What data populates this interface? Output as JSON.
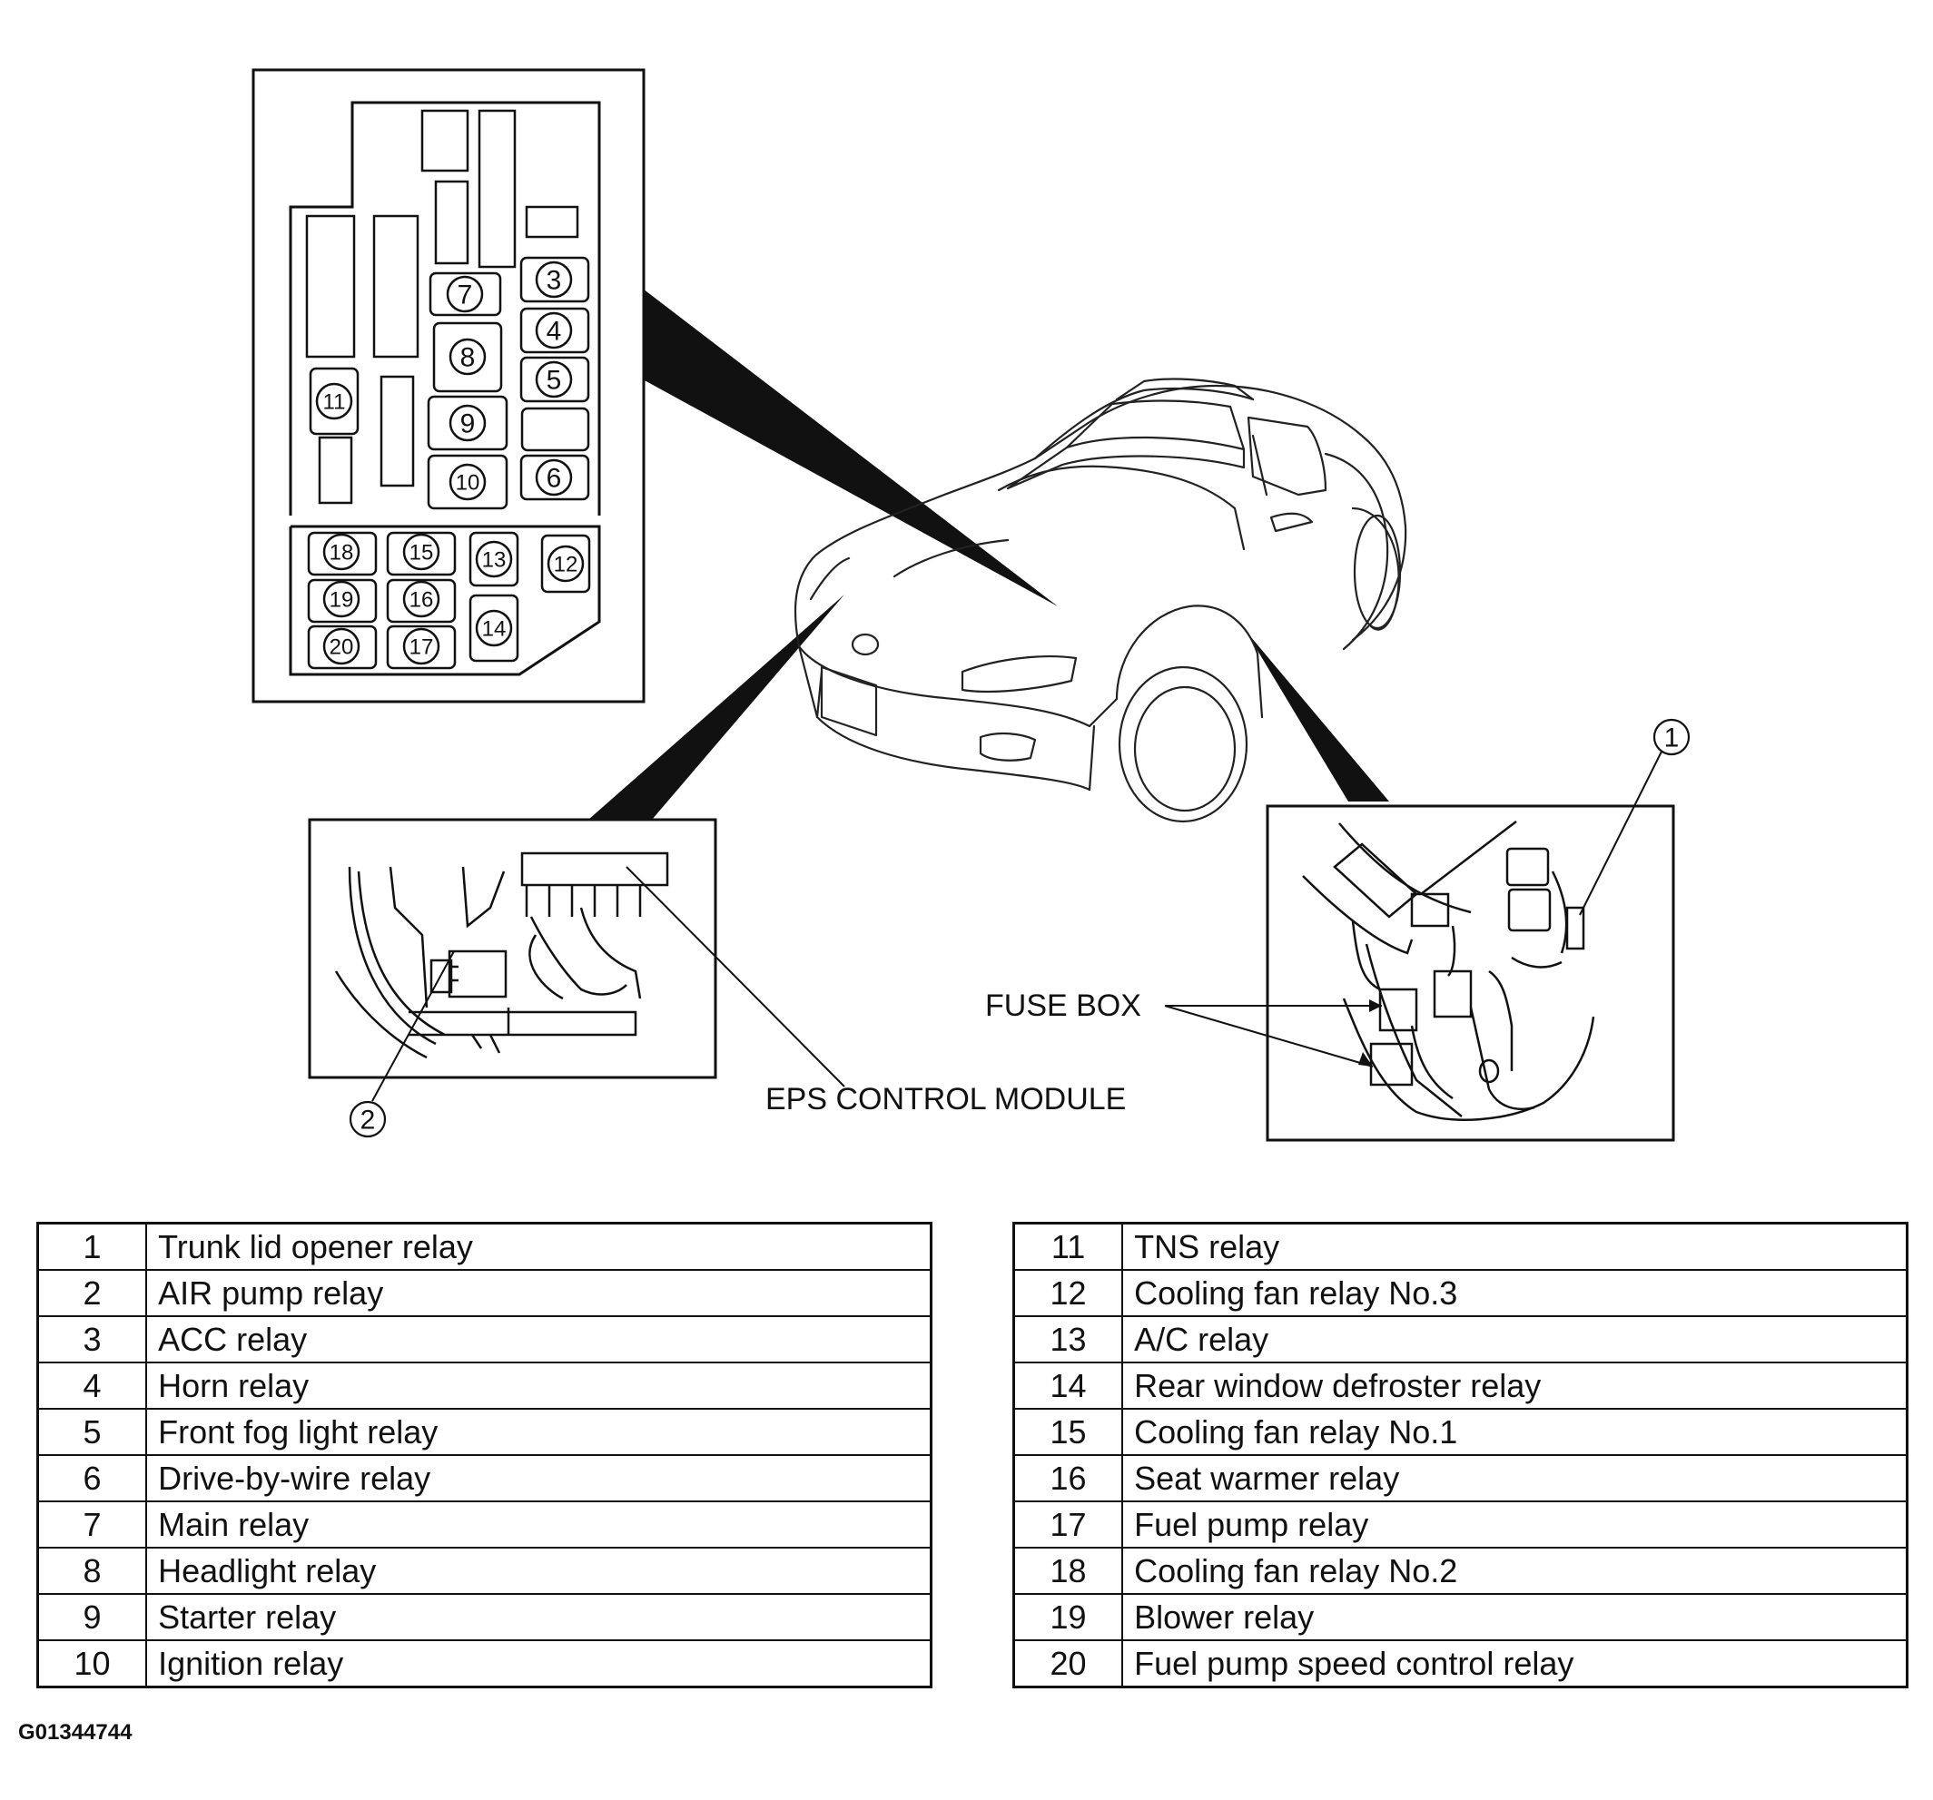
{
  "callouts": {
    "fuse_box": "FUSE BOX",
    "eps_control_module": "EPS CONTROL MODULE",
    "marker_1": "1",
    "marker_2": "2"
  },
  "fuse_box_numbers": [
    "3",
    "4",
    "5",
    "6",
    "7",
    "8",
    "9",
    "10",
    "11",
    "12",
    "13",
    "14",
    "15",
    "16",
    "17",
    "18",
    "19",
    "20"
  ],
  "relay_table_left": [
    {
      "num": "1",
      "name": "Trunk lid opener relay"
    },
    {
      "num": "2",
      "name": "AIR pump relay"
    },
    {
      "num": "3",
      "name": "ACC relay"
    },
    {
      "num": "4",
      "name": "Horn relay"
    },
    {
      "num": "5",
      "name": "Front fog light relay"
    },
    {
      "num": "6",
      "name": "Drive-by-wire relay"
    },
    {
      "num": "7",
      "name": "Main relay"
    },
    {
      "num": "8",
      "name": "Headlight relay"
    },
    {
      "num": "9",
      "name": "Starter relay"
    },
    {
      "num": "10",
      "name": "Ignition relay"
    }
  ],
  "relay_table_right": [
    {
      "num": "11",
      "name": "TNS relay"
    },
    {
      "num": "12",
      "name": "Cooling fan relay No.3"
    },
    {
      "num": "13",
      "name": "A/C relay"
    },
    {
      "num": "14",
      "name": "Rear window defroster relay"
    },
    {
      "num": "15",
      "name": "Cooling fan relay No.1"
    },
    {
      "num": "16",
      "name": "Seat warmer relay"
    },
    {
      "num": "17",
      "name": "Fuel pump relay"
    },
    {
      "num": "18",
      "name": "Cooling fan relay No.2"
    },
    {
      "num": "19",
      "name": "Blower relay"
    },
    {
      "num": "20",
      "name": "Fuel pump speed control relay"
    }
  ],
  "figure_id": "G01344744"
}
